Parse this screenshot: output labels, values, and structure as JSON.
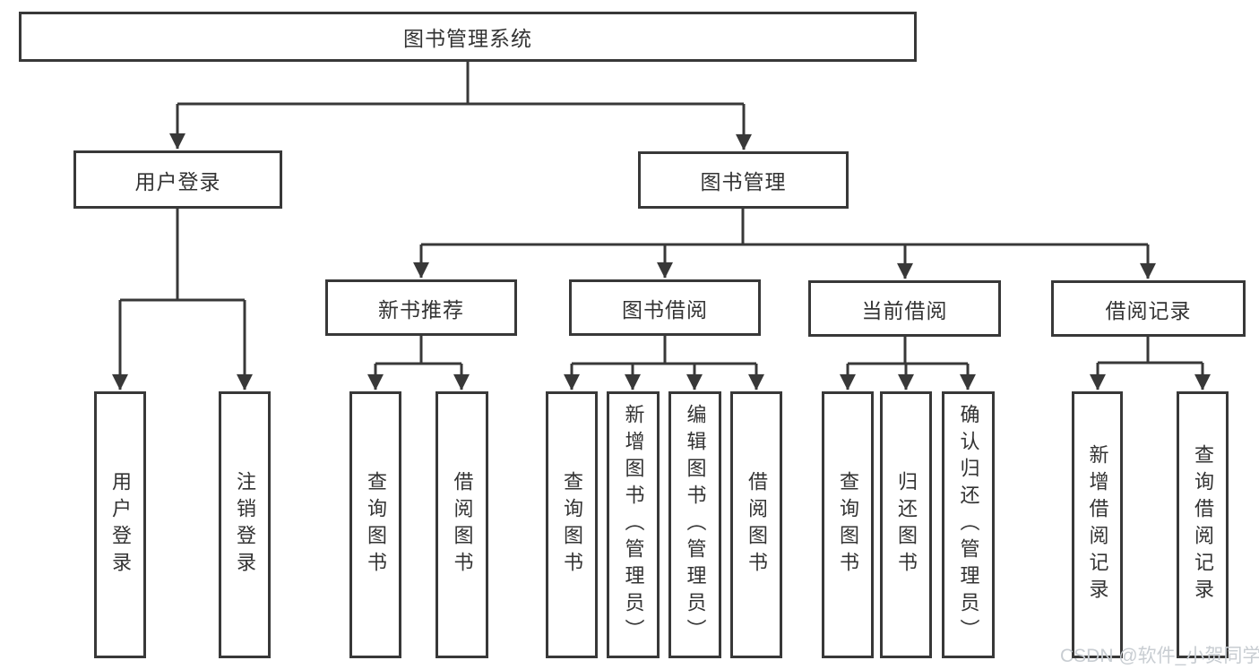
{
  "diagram": {
    "root": {
      "label": "图书管理系统"
    },
    "level2": [
      {
        "label": "用户登录"
      },
      {
        "label": "图书管理"
      }
    ],
    "level3": [
      {
        "label": "新书推荐"
      },
      {
        "label": "图书借阅"
      },
      {
        "label": "当前借阅"
      },
      {
        "label": "借阅记录"
      }
    ],
    "leaves": [
      {
        "label": "用户登录"
      },
      {
        "label": "注销登录"
      },
      {
        "label": "查询图书"
      },
      {
        "label": "借阅图书"
      },
      {
        "label": "查询图书"
      },
      {
        "label": "新增图书（管理员）"
      },
      {
        "label": "编辑图书（管理员）"
      },
      {
        "label": "借阅图书"
      },
      {
        "label": "查询图书"
      },
      {
        "label": "归还图书"
      },
      {
        "label": "确认归还（管理员）"
      },
      {
        "label": "新增借阅记录"
      },
      {
        "label": "查询借阅记录"
      }
    ],
    "colors": {
      "line": "#383838",
      "text": "#333333",
      "watermark": "#c8cdd2"
    }
  },
  "watermark": {
    "text": "CSDN @软件_小贺同学"
  }
}
